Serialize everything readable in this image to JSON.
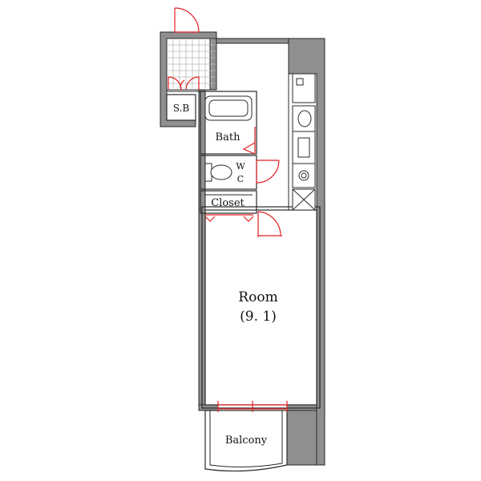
{
  "rooms": {
    "storage": "S.B",
    "bath": "Bath",
    "wc_line1": "W",
    "wc_line2": "C",
    "closet": "Closet",
    "room_name": "Room",
    "room_size": "(9. 1)",
    "balcony": "Balcony"
  },
  "colors": {
    "wall": "#8f8f8f",
    "line": "#2a2a2a",
    "door": "#e02020",
    "background": "#ffffff"
  }
}
